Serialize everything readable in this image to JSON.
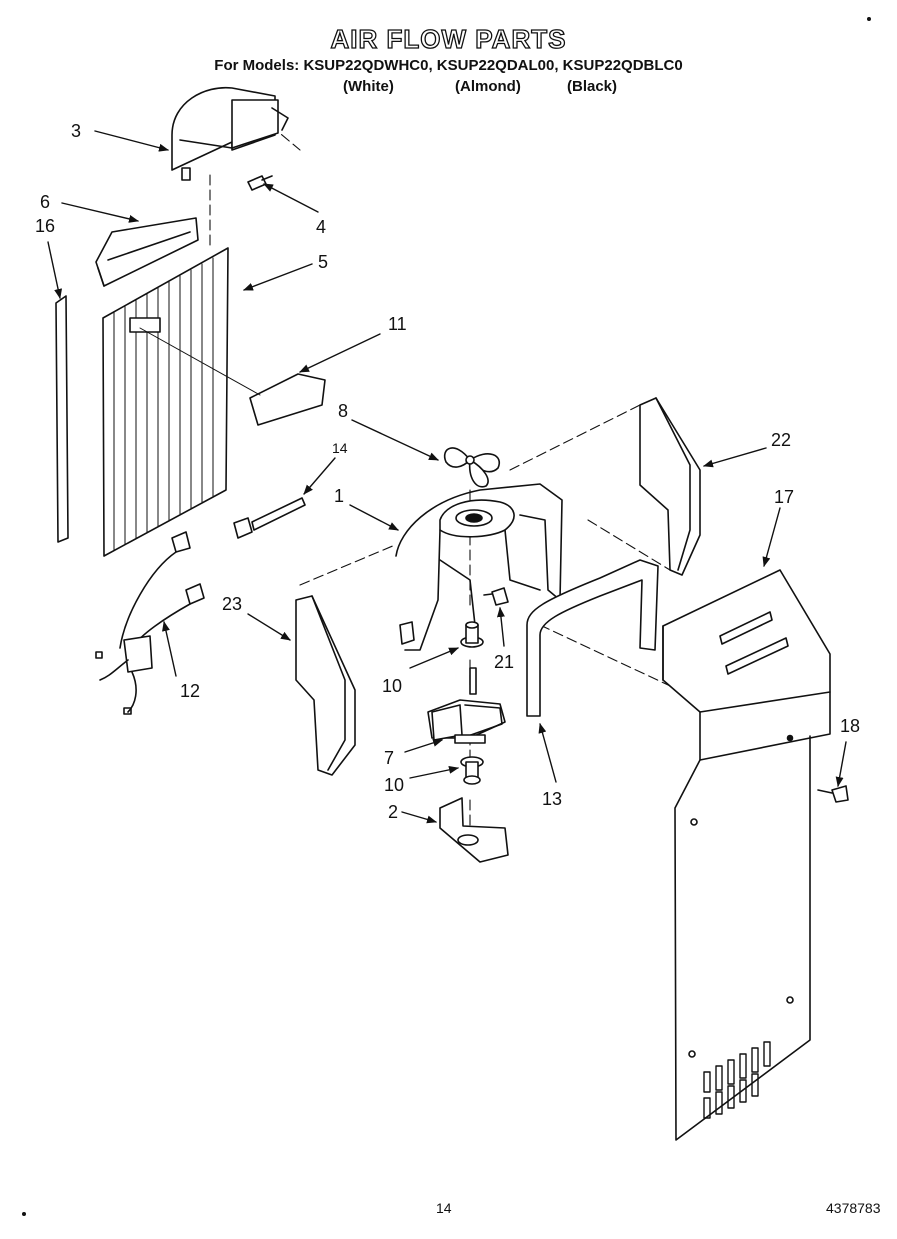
{
  "header": {
    "title": "AIR FLOW PARTS",
    "models_line": "For Models: KSUP22QDWHC0, KSUP22QDAL00, KSUP22QDBLC0",
    "colors": [
      "(White)",
      "(Almond)",
      "(Black)"
    ]
  },
  "callouts": {
    "c1": "1",
    "c2": "2",
    "c3": "3",
    "c4": "4",
    "c5": "5",
    "c6": "6",
    "c7": "7",
    "c8": "8",
    "c10a": "10",
    "c10b": "10",
    "c11": "11",
    "c12": "12",
    "c13": "13",
    "c14": "14",
    "c16": "16",
    "c17": "17",
    "c18": "18",
    "c21": "21",
    "c22": "22",
    "c23": "23"
  },
  "footer": {
    "page_number": "14",
    "document_number": "4378783"
  }
}
